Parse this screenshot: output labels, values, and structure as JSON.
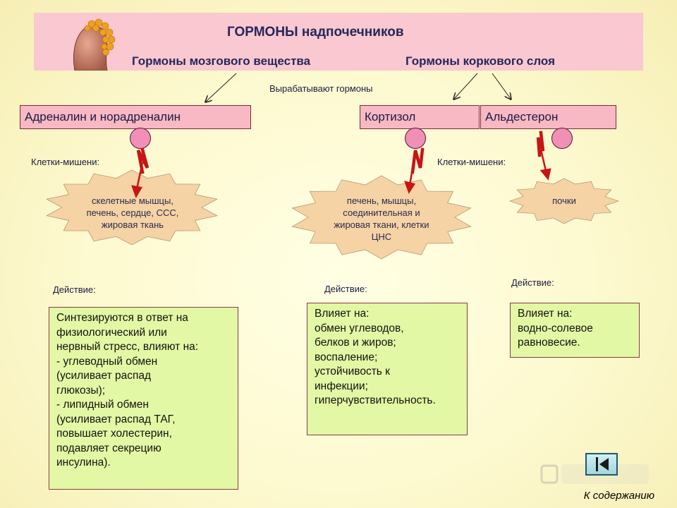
{
  "header": {
    "title": "ГОРМОНЫ надпочечников",
    "medulla_label": "Гормоны мозгового вещества",
    "cortex_label": "Гормоны коркового слоя",
    "background": "#f9c8d0"
  },
  "produce_label": "Вырабатывают  гормоны",
  "hormones": [
    {
      "name": "Адреналин и норадреналин"
    },
    {
      "name": "Кортизол"
    },
    {
      "name": "Альдестерон"
    }
  ],
  "target_label": "Клетки-мишени:",
  "targets": [
    {
      "lines": [
        "скелетные мышцы,",
        "печень, сердце, ССС,",
        "жировая ткань"
      ]
    },
    {
      "lines": [
        "печень, мышцы,",
        "соединительная и",
        "жировая ткани, клетки",
        "ЦНС"
      ]
    },
    {
      "lines": [
        "почки"
      ]
    }
  ],
  "action_label": "Действие:",
  "actions": [
    {
      "lines": [
        "Синтезируются в ответ на",
        "физиологический или",
        "нервный стресс, влияют на:",
        "- углеводный обмен",
        "(усиливает распад",
        "глюкозы);",
        "- липидный обмен",
        "(усиливает распад ТАГ,",
        "повышает холестерин,",
        "подавляет секрецию",
        "инсулина)."
      ]
    },
    {
      "lines": [
        "Влияет на:",
        "обмен углеводов,",
        "белков и жиров;",
        "воспаление;",
        "устойчивость к",
        "инфекции;",
        "гиперчувствительность."
      ]
    },
    {
      "lines": [
        "Влияет на:",
        "водно-солевое",
        "равновесие."
      ]
    }
  ],
  "toc_link": "К содержанию",
  "colors": {
    "hormone_box": "#f8b8c4",
    "receptor": "#f28fb6",
    "target_star": "#f6d3a4",
    "action_box": "#e3f8a4",
    "bolt": "#c81414"
  },
  "icons": {
    "adrenal": "adrenal-gland-icon",
    "bolt": "lightning-bolt-icon",
    "nav": "back-arrow-icon"
  }
}
